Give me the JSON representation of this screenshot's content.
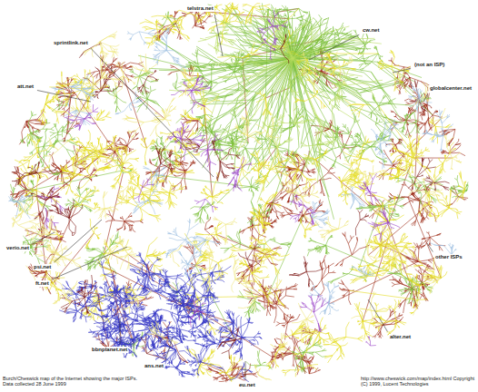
{
  "diagram": {
    "labels": [
      "telstra.net",
      "sprintlink.net",
      "cw.net",
      "(not an ISP)",
      "att.net",
      "globalcenter.net",
      "verio.net",
      "psi.net",
      "ft.net",
      "other ISPs",
      "bbnplanet.net",
      "ans.net",
      "alter.net",
      "eu.net",
      "Burch/Cheswick map of the Internet showing the major ISPs.  Data collected 28 June 1999",
      "http://www.cheswick.com/map/index.html Copyright (C) 1999, Lucent Technologies"
    ]
  }
}
